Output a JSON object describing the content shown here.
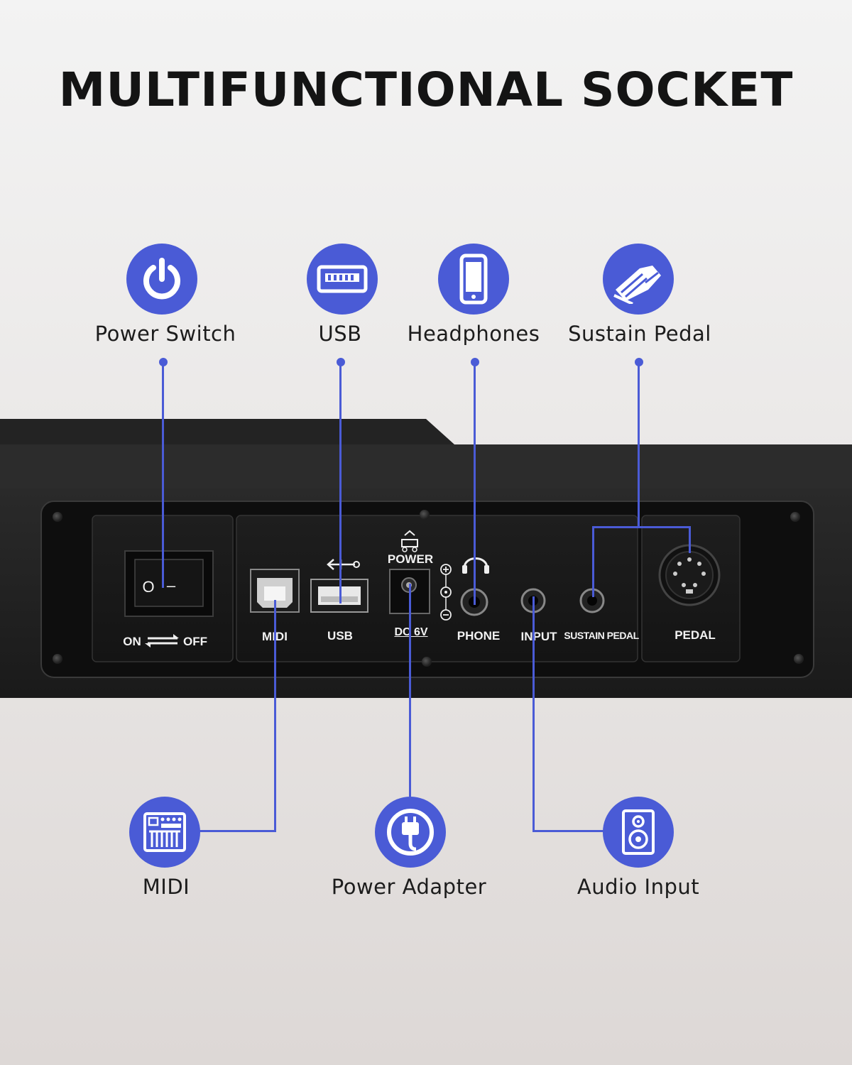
{
  "title": "MULTIFUNCTIONAL SOCKET",
  "accent_color": "#4a5bd6",
  "features_top": [
    {
      "label": "Power Switch",
      "icon": "power-icon"
    },
    {
      "label": "USB",
      "icon": "usb-port-icon"
    },
    {
      "label": "Headphones",
      "icon": "smartphone-icon"
    },
    {
      "label": "Sustain Pedal",
      "icon": "pedal-icon"
    }
  ],
  "features_bottom": [
    {
      "label": "MIDI",
      "icon": "midi-controller-icon"
    },
    {
      "label": "Power Adapter",
      "icon": "plug-icon"
    },
    {
      "label": "Audio Input",
      "icon": "speaker-icon"
    }
  ],
  "panel": {
    "on": "ON",
    "off": "OFF",
    "switch_o": "O",
    "switch_dash": "–",
    "midi": "MIDI",
    "usb": "USB",
    "power": "POWER",
    "dc": "DC 6V",
    "phone": "PHONE",
    "input": "INPUT",
    "sustain_pedal": "SUSTAIN PEDAL",
    "pedal": "PEDAL"
  }
}
